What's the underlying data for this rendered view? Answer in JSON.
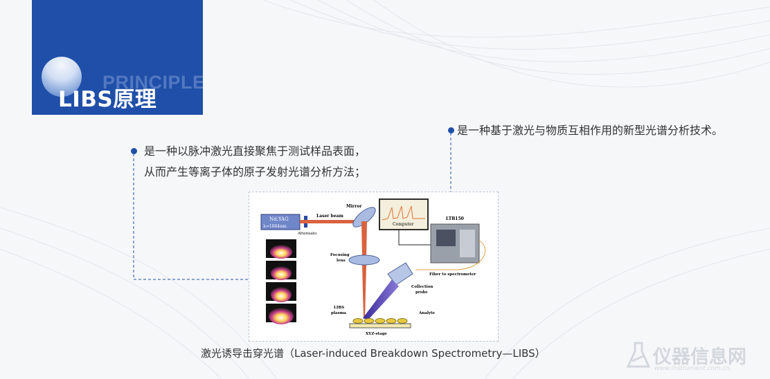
{
  "title": {
    "main": "LIBS原理",
    "background_word": "PRINCIPLE"
  },
  "bullets": [
    {
      "lines": [
        "是一种以脉冲激光直接聚焦于测试样品表面，",
        "从而产生等离子体的原子发射光谱分析方法；"
      ]
    },
    {
      "lines": [
        "是一种基于激光与物质互相作用的新型光谱分析技术。"
      ]
    }
  ],
  "diagram": {
    "laser_name": "Nd:YAG",
    "laser_wavelength": "λ=1064nm",
    "attenuator": "Attenuato",
    "laser_beam": "Laser beam",
    "mirror": "Mirror",
    "computer": "Computer",
    "device": "LTB150",
    "focusing_lens": "Focusing lens",
    "fiber": "Fiber to spectrometer",
    "collection_probe": "Collection probe",
    "libs_plasma": "LIBS plasma",
    "analyte": "Analyte",
    "stage": "XYZ-stage"
  },
  "caption": "激光诱导击穿光谱（Laser-induced Breakdown Spectrometry—LIBS）",
  "watermark": {
    "text": "仪器信息网",
    "url": "www.instrument.com.cn"
  },
  "colors": {
    "brand_blue": "#1f4fa8",
    "beam_red": "#d9623f",
    "plasma_purple": "#5a3fb0",
    "text_dark": "#333333"
  }
}
